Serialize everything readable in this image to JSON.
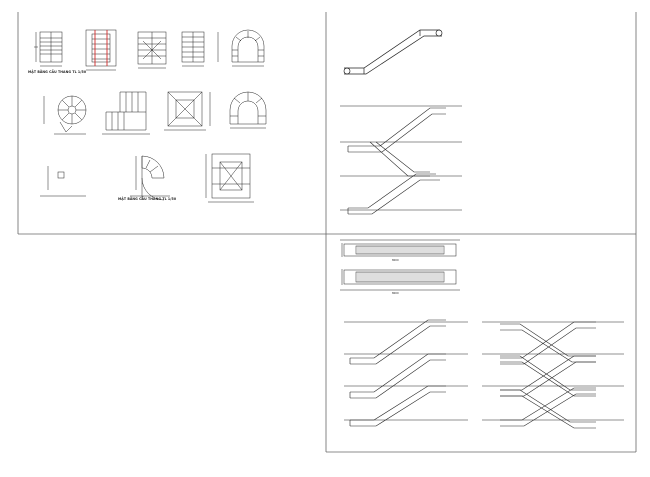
{
  "drawing": {
    "captions": {
      "row1_left": "MẶT BẰNG CẦU THANG TL 1/50",
      "row3_mid": "MẶT BẰNG CẦU THANG TL 1/50"
    },
    "dimensions": {
      "escalator_plan_top": "8000",
      "escalator_plan_bottom": "8000"
    }
  },
  "colors": {
    "line": "#222222",
    "frame": "#555555",
    "accent": "#d42a2a",
    "background": "#ffffff"
  }
}
